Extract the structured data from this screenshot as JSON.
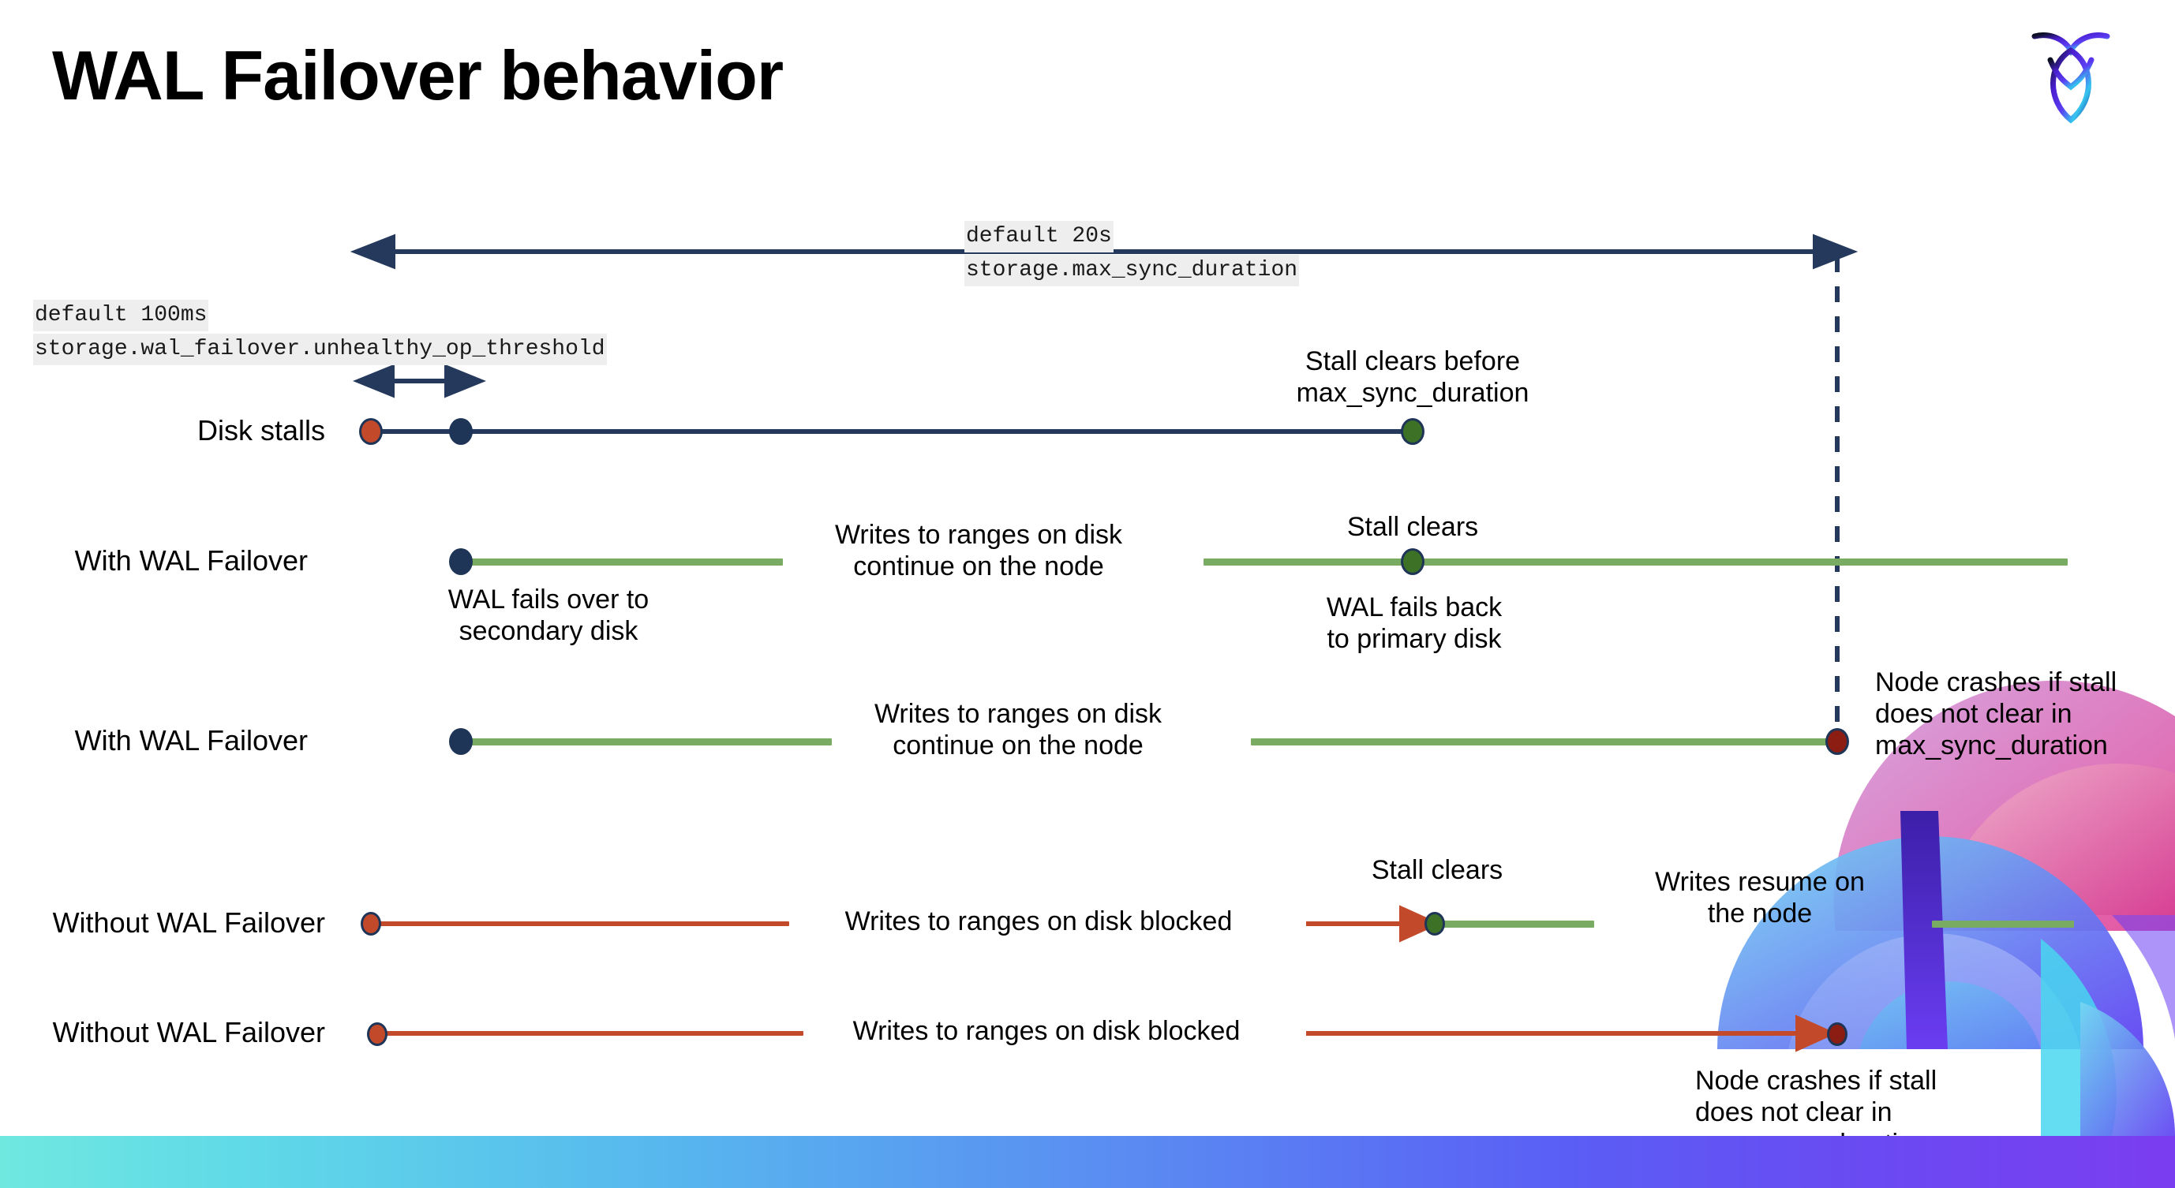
{
  "slide": {
    "title": "WAL Failover behavior",
    "logo_name": "cockroachdb-logo",
    "accent_navy": "#24395c",
    "accent_green": "#7aab62",
    "accent_red": "#c2492a",
    "accent_darkred": "#8c1d13",
    "accent_dot_green": "#3d7226",
    "bottom_bar_gradient_start": "#6fe8e0",
    "bottom_bar_gradient_end": "#7b3df0"
  },
  "settings": {
    "max_sync_duration": {
      "default_label": "default 20s",
      "name_label": "storage.max_sync_duration"
    },
    "unhealthy_op_threshold": {
      "default_label": "default 100ms",
      "name_label": "storage.wal_failover.unhealthy_op_threshold"
    }
  },
  "rows": [
    {
      "id": "disk-stalls",
      "label": "Disk stalls",
      "notes": [
        "Stall clears before\nmax_sync_duration"
      ]
    },
    {
      "id": "with-wal-failover-1",
      "label": "With WAL Failover",
      "notes": [
        "Writes to ranges on disk\ncontinue on the node",
        "Stall clears",
        "WAL fails over to\nsecondary disk",
        "WAL fails  back\nto primary disk"
      ]
    },
    {
      "id": "with-wal-failover-2",
      "label": "With WAL Failover",
      "notes": [
        "Writes to ranges on disk\ncontinue on the node",
        "Node crashes if stall\ndoes not clear in\nmax_sync_duration"
      ]
    },
    {
      "id": "without-wal-failover-1",
      "label": "Without WAL Failover",
      "notes": [
        "Writes to ranges on disk  blocked",
        "Stall clears",
        "Writes resume on\nthe node"
      ]
    },
    {
      "id": "without-wal-failover-2",
      "label": "Without WAL Failover",
      "notes": [
        "Writes to ranges on disk  blocked",
        "Node crashes if stall\ndoes not clear in\nmax_sync_duration"
      ]
    }
  ]
}
